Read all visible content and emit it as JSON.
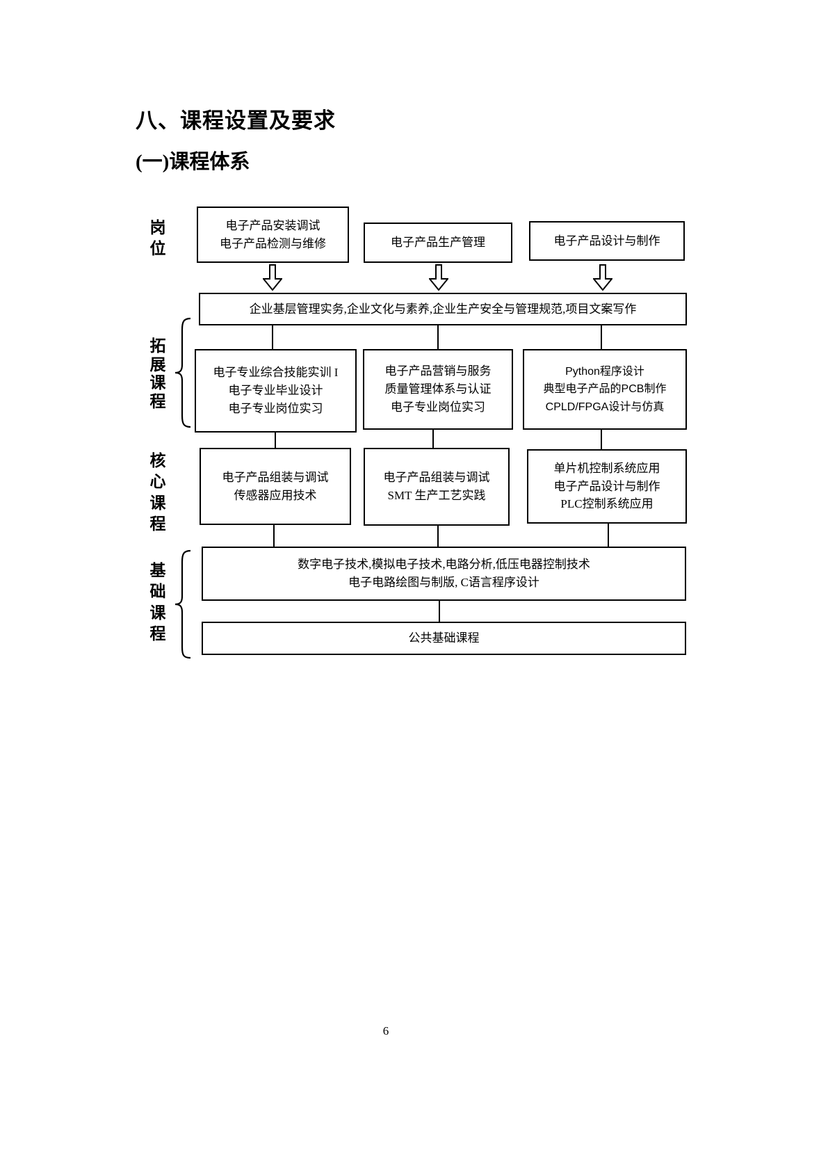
{
  "page": {
    "title": "八、课程设置及要求",
    "subtitle": "(一)课程体系",
    "page_number": "6"
  },
  "diagram": {
    "labels": {
      "jobs": "岗位",
      "expansion": "拓展课程",
      "core": "核心课程",
      "foundation": "基础课程"
    },
    "job_row": {
      "box1": {
        "line1": "电子产品安装调试",
        "line2": "电子产品检测与维修"
      },
      "box2": {
        "line1": "电子产品生产管理"
      },
      "box3": {
        "line1": "电子产品设计与制作"
      }
    },
    "bridge_box": {
      "line1": "企业基层管理实务,企业文化与素养,企业生产安全与管理规范,项目文案写作"
    },
    "expansion_row": {
      "box1": {
        "line1": "电子专业综合技能实训 I",
        "line2": "电子专业毕业设计",
        "line3": "电子专业岗位实习"
      },
      "box2": {
        "line1": "电子产品营销与服务",
        "line2": "质量管理体系与认证",
        "line3": "电子专业岗位实习"
      },
      "box3": {
        "line1": "Python程序设计",
        "line2": "典型电子产品的PCB制作",
        "line3": "CPLD/FPGA设计与仿真"
      }
    },
    "core_row": {
      "box1": {
        "line1": "电子产品组装与调试",
        "line2": "传感器应用技术"
      },
      "box2": {
        "line1": "电子产品组装与调试",
        "line2": "SMT 生产工艺实践"
      },
      "box3": {
        "line1": "单片机控制系统应用",
        "line2": "电子产品设计与制作",
        "line3": "PLC控制系统应用"
      }
    },
    "foundation_box": {
      "line1": "数字电子技术,模拟电子技术,电路分析,低压电器控制技术",
      "line2": "电子电路绘图与制版, C语言程序设计"
    },
    "public_box": {
      "line1": "公共基础课程"
    }
  }
}
